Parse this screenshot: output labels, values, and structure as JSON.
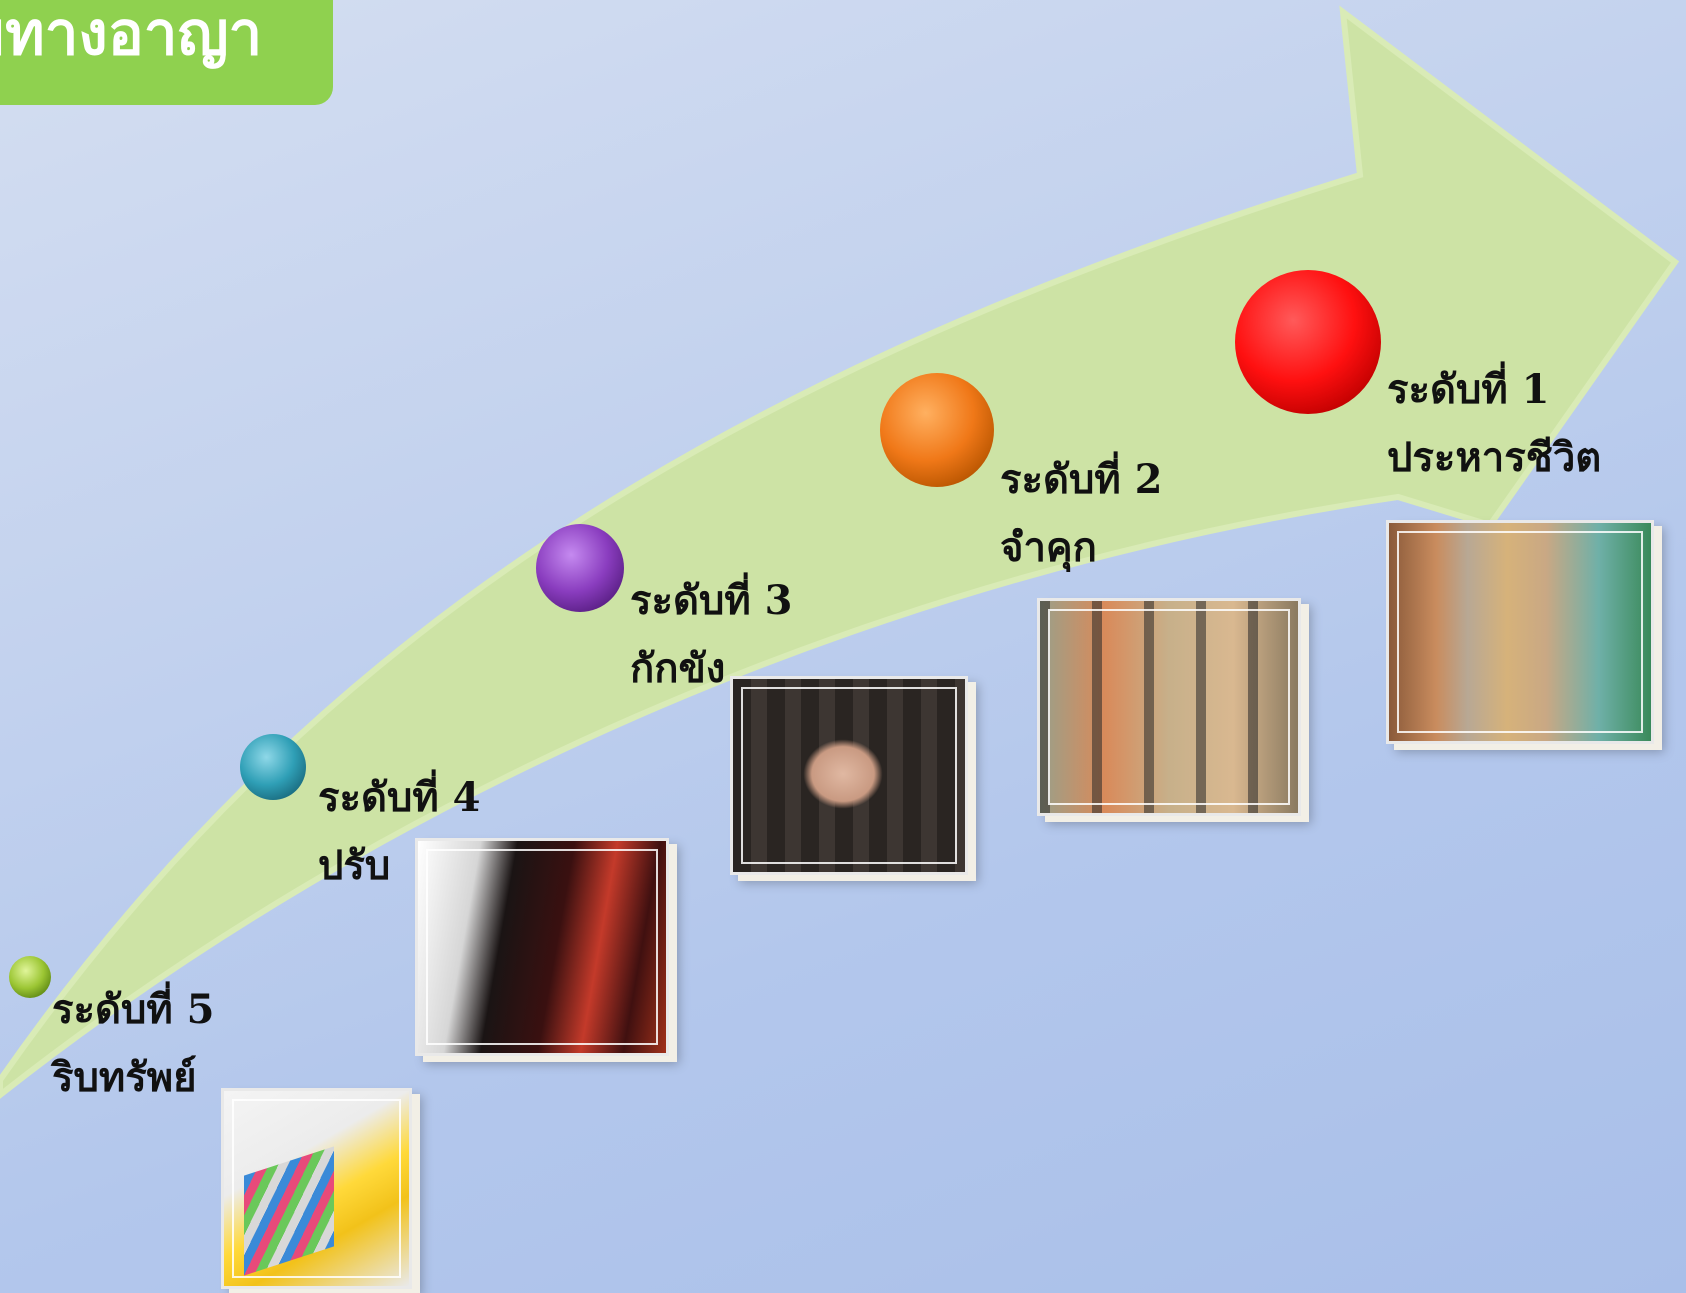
{
  "title": "ยทางอาญา",
  "colors": {
    "title_bg": "#8fd14f",
    "arrow": "#cde3a5",
    "level_1": "#ff1111",
    "level_2": "#f07818",
    "level_3": "#8a3dbf",
    "level_4": "#2f9fb6",
    "level_5": "#9cc634"
  },
  "levels": [
    {
      "heading": "ระดับที่ 5",
      "name": "ริบทรัพย์",
      "image": "document-folder-photo"
    },
    {
      "heading": "ระดับที่ 4",
      "name": "ปรับ",
      "image": "traffic-police-photo"
    },
    {
      "heading": "ระดับที่ 3",
      "name": "กักขัง",
      "image": "hands-on-bars-photo"
    },
    {
      "heading": "ระดับที่ 2",
      "name": "จำคุก",
      "image": "prisoners-behind-bars-photo"
    },
    {
      "heading": "ระดับที่ 1",
      "name": "ประหารชีวิต",
      "image": "execution-room-photo"
    }
  ]
}
